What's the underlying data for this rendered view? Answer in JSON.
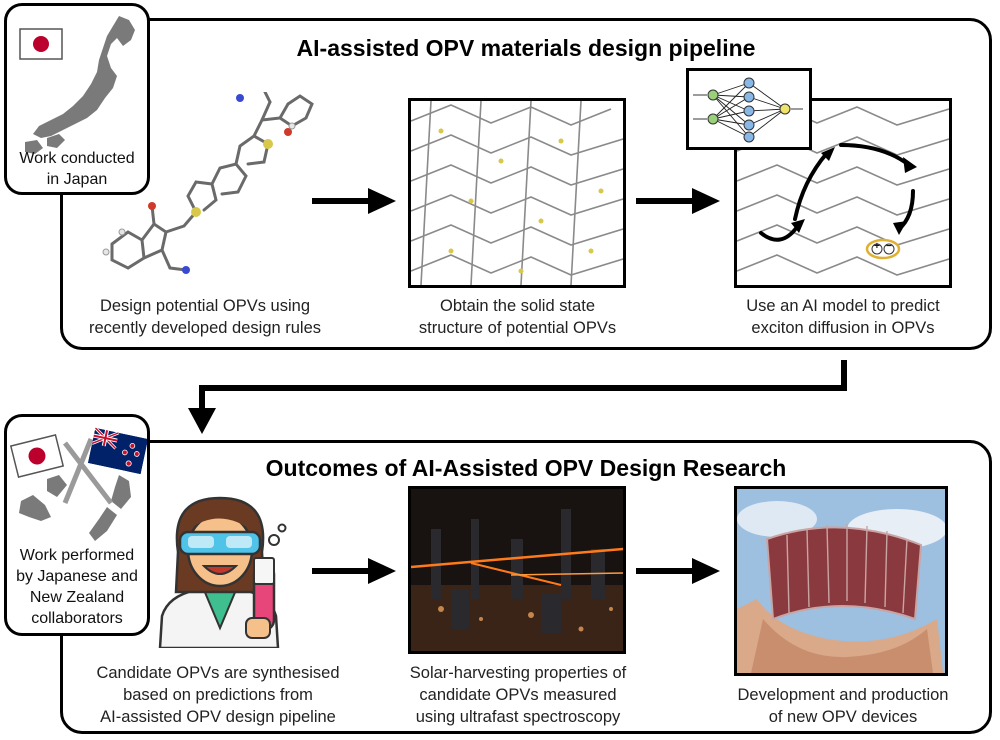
{
  "top_panel": {
    "title": "AI-assisted OPV materials design pipeline",
    "captions": [
      "Design potential OPVs using\nrecently developed design rules",
      "Obtain the solid state\nstructure of potential OPVs",
      "Use an AI model to predict\nexciton diffusion in OPVs"
    ],
    "exciton_charges": [
      "+",
      "−"
    ]
  },
  "bottom_panel": {
    "title": "Outcomes of AI-Assisted OPV Design Research",
    "captions": [
      "Candidate OPVs are synthesised\nbased on predictions from\nAI-assisted OPV design pipeline",
      "Solar-harvesting properties of\ncandidate OPVs measured\nusing ultrafast spectroscopy",
      "Development and production\nof new OPV devices"
    ]
  },
  "badges": {
    "japan": "Work conducted\nin Japan",
    "japan_nz": "Work performed\nby Japanese and\nNew Zealand\ncollaborators"
  },
  "colors": {
    "flag_red": "#bc002d",
    "nz_blue": "#012169",
    "map_gray": "#7a7a7a",
    "exciton_ring": "#e0b030",
    "laser": "#ff7a1a"
  },
  "icons": {
    "japan_flag": "japan-flag-icon",
    "nz_flag": "nz-flag-icon",
    "scientist": "scientist-icon",
    "neural_network": "neural-network-icon"
  }
}
